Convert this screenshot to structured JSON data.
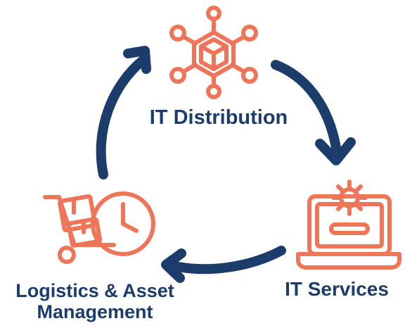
{
  "nodes": {
    "it_distribution": {
      "label": "IT Distribution",
      "icon": "network-cube-icon"
    },
    "it_services": {
      "label": "IT Services",
      "icon": "laptop-gear-icon"
    },
    "logistics": {
      "label_line1": "Logistics & Asset",
      "label_line2": "Management",
      "icon": "hand-truck-clock-icon"
    }
  },
  "colors": {
    "arrow": "#1c3d6b",
    "icon": "#ef7559",
    "text": "#1c3d6b"
  }
}
